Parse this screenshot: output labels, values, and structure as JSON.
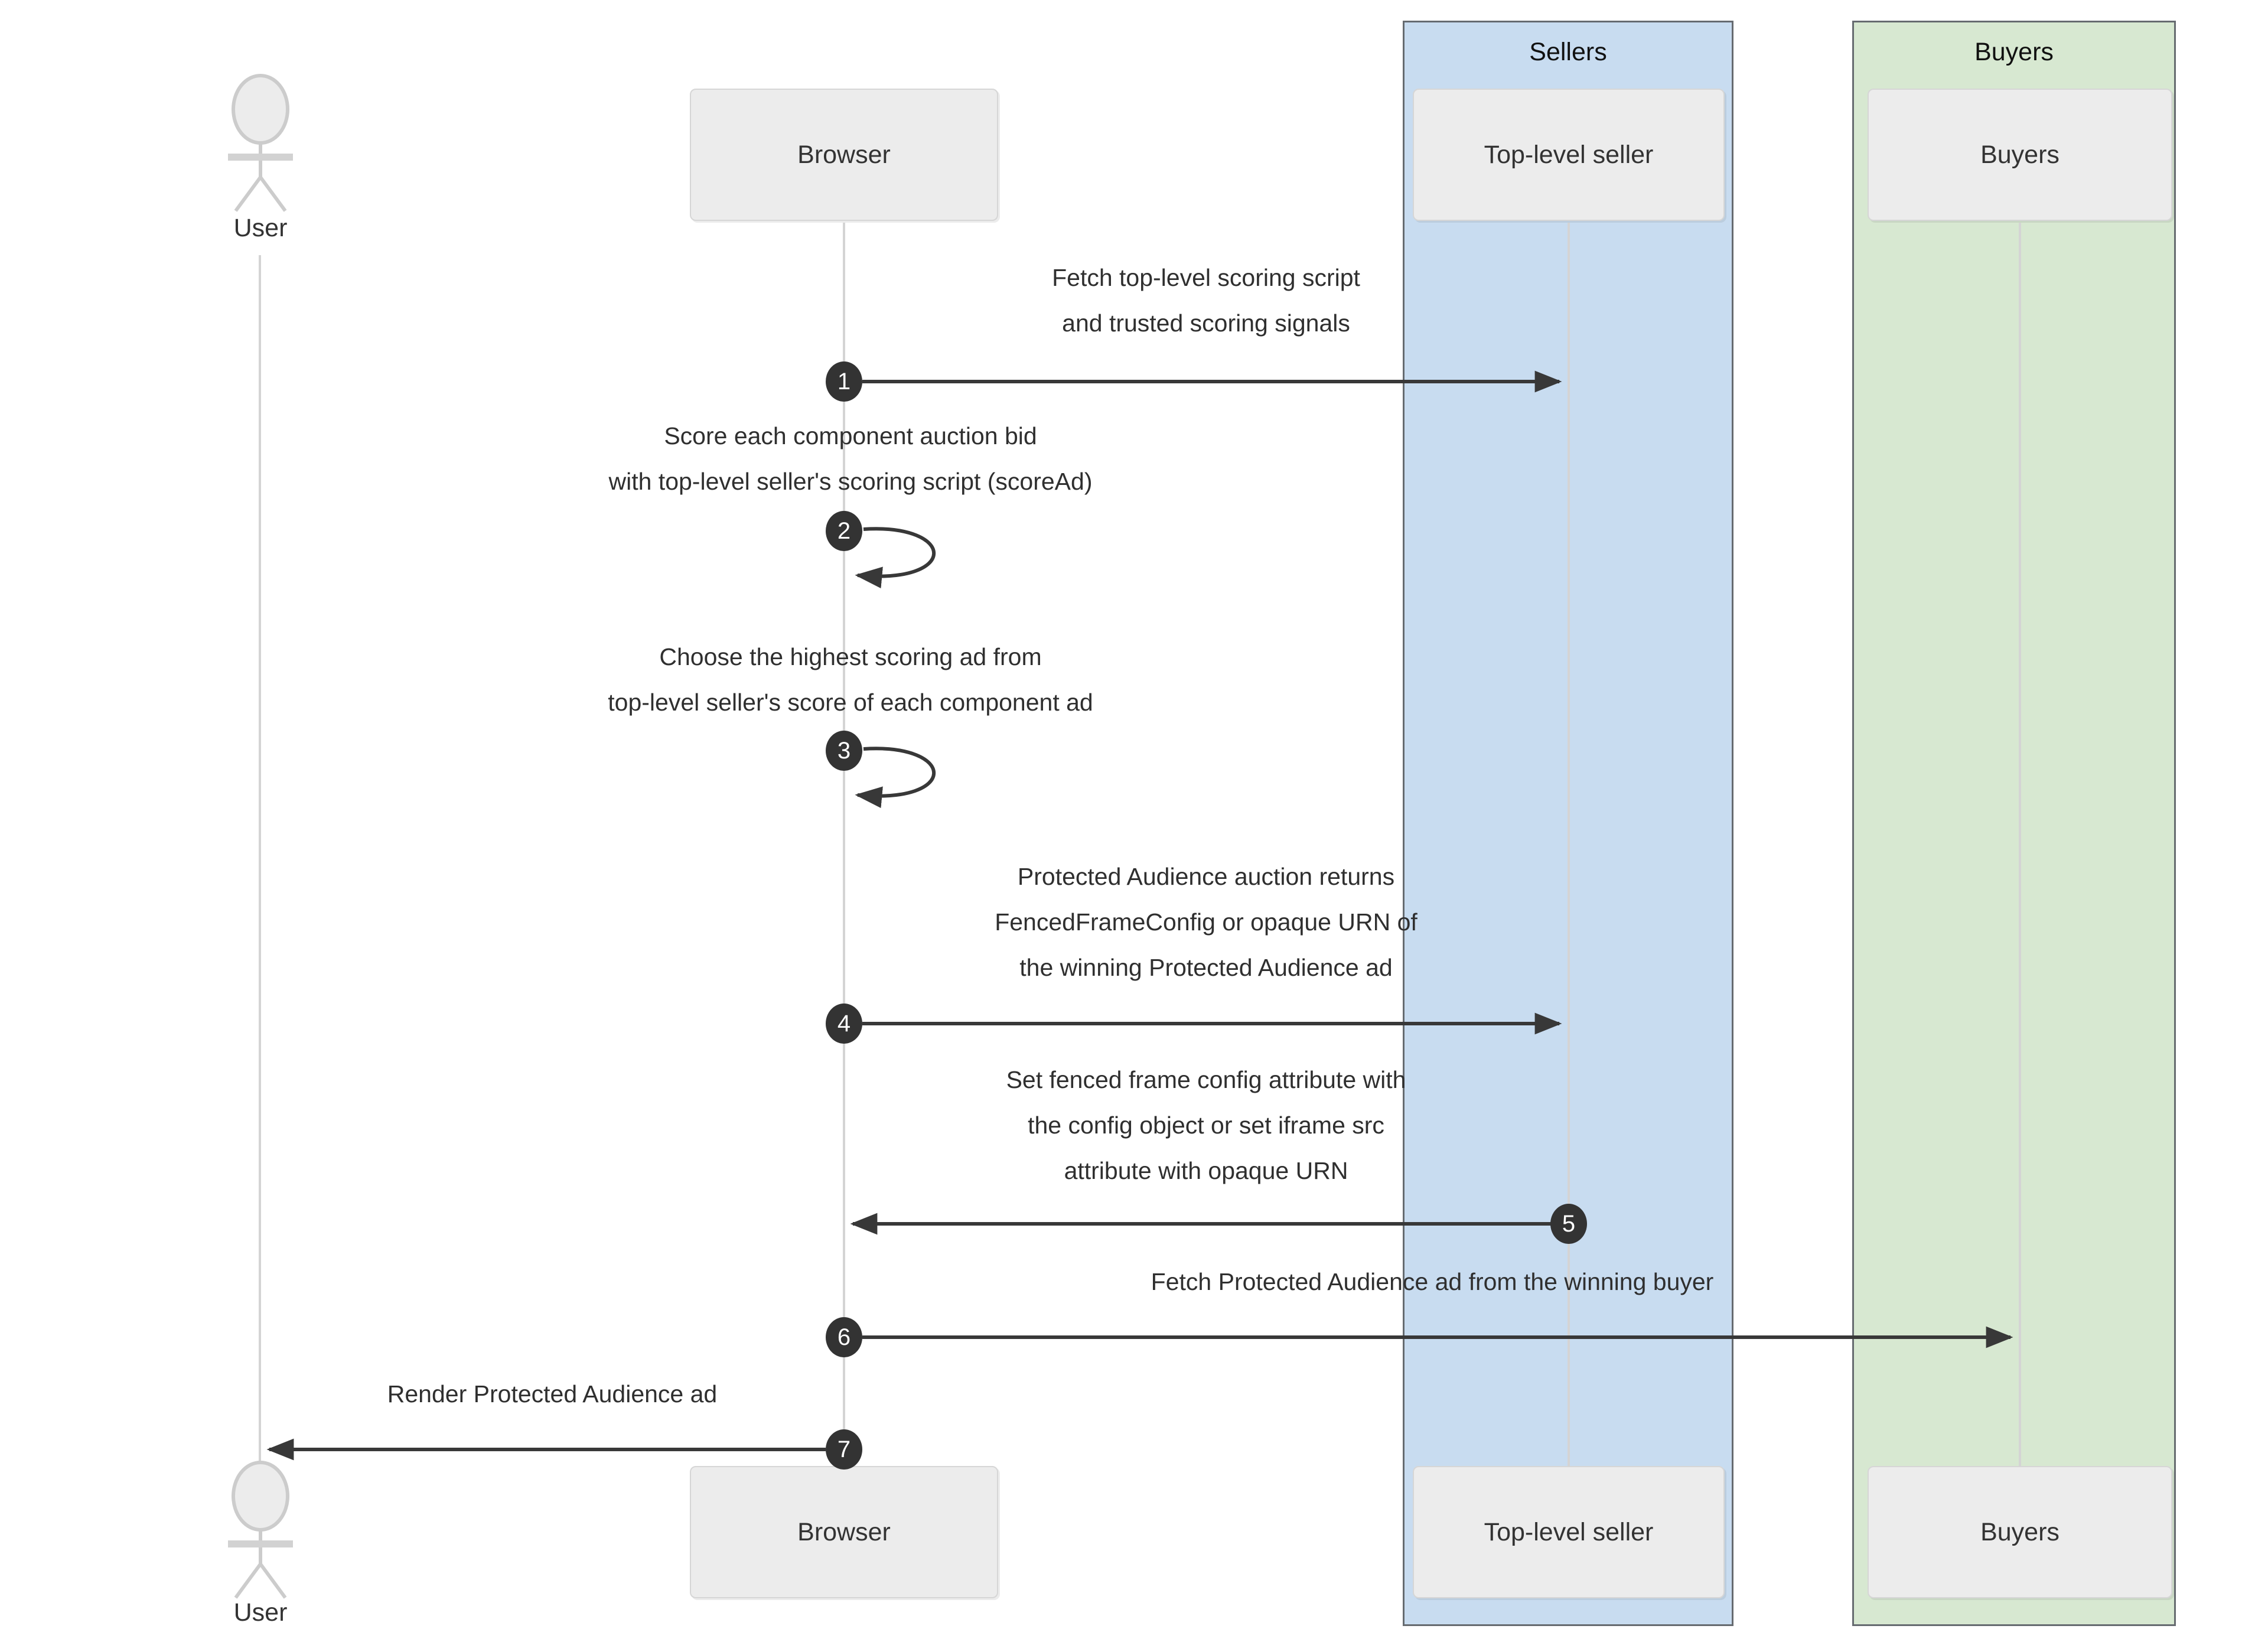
{
  "diagram_type": "sequence-diagram",
  "groups": [
    {
      "label": "Sellers",
      "color": "#c8dcf0"
    },
    {
      "label": "Buyers",
      "color": "#d7e8d1"
    }
  ],
  "participants": [
    {
      "label": "User",
      "type": "actor"
    },
    {
      "label": "Browser",
      "type": "participant"
    },
    {
      "label": "Top-level seller",
      "type": "participant",
      "group": "Sellers"
    },
    {
      "label": "Buyers",
      "type": "participant",
      "group": "Buyers"
    }
  ],
  "messages": [
    {
      "num": "1",
      "from": "Browser",
      "to": "Top-level seller",
      "lines": [
        "Fetch top-level scoring script",
        "and trusted scoring signals"
      ]
    },
    {
      "num": "2",
      "from": "Browser",
      "to": "Browser",
      "lines": [
        "Score each component auction bid",
        "with top-level seller's scoring script (scoreAd)"
      ]
    },
    {
      "num": "3",
      "from": "Browser",
      "to": "Browser",
      "lines": [
        "Choose the highest scoring ad from",
        "top-level seller's score of each component ad"
      ]
    },
    {
      "num": "4",
      "from": "Browser",
      "to": "Top-level seller",
      "lines": [
        "Protected Audience auction returns",
        "FencedFrameConfig or opaque URN of",
        "the winning Protected Audience ad"
      ]
    },
    {
      "num": "5",
      "from": "Top-level seller",
      "to": "Browser",
      "lines": [
        "Set fenced frame config attribute with",
        "the config object or set iframe src",
        "attribute with opaque URN"
      ]
    },
    {
      "num": "6",
      "from": "Browser",
      "to": "Buyers",
      "lines": [
        "Fetch Protected Audience ad from the winning buyer"
      ]
    },
    {
      "num": "7",
      "from": "Browser",
      "to": "User",
      "lines": [
        "Render Protected Audience ad"
      ]
    }
  ],
  "colors": {
    "sellers_band": "#c8dcf0",
    "buyers_band": "#d7e8d1",
    "participant_fill": "#ececec",
    "badge": "#333333",
    "arrow": "#383838",
    "lifeline": "#d4d4d4",
    "text": "#2f2f2f"
  }
}
